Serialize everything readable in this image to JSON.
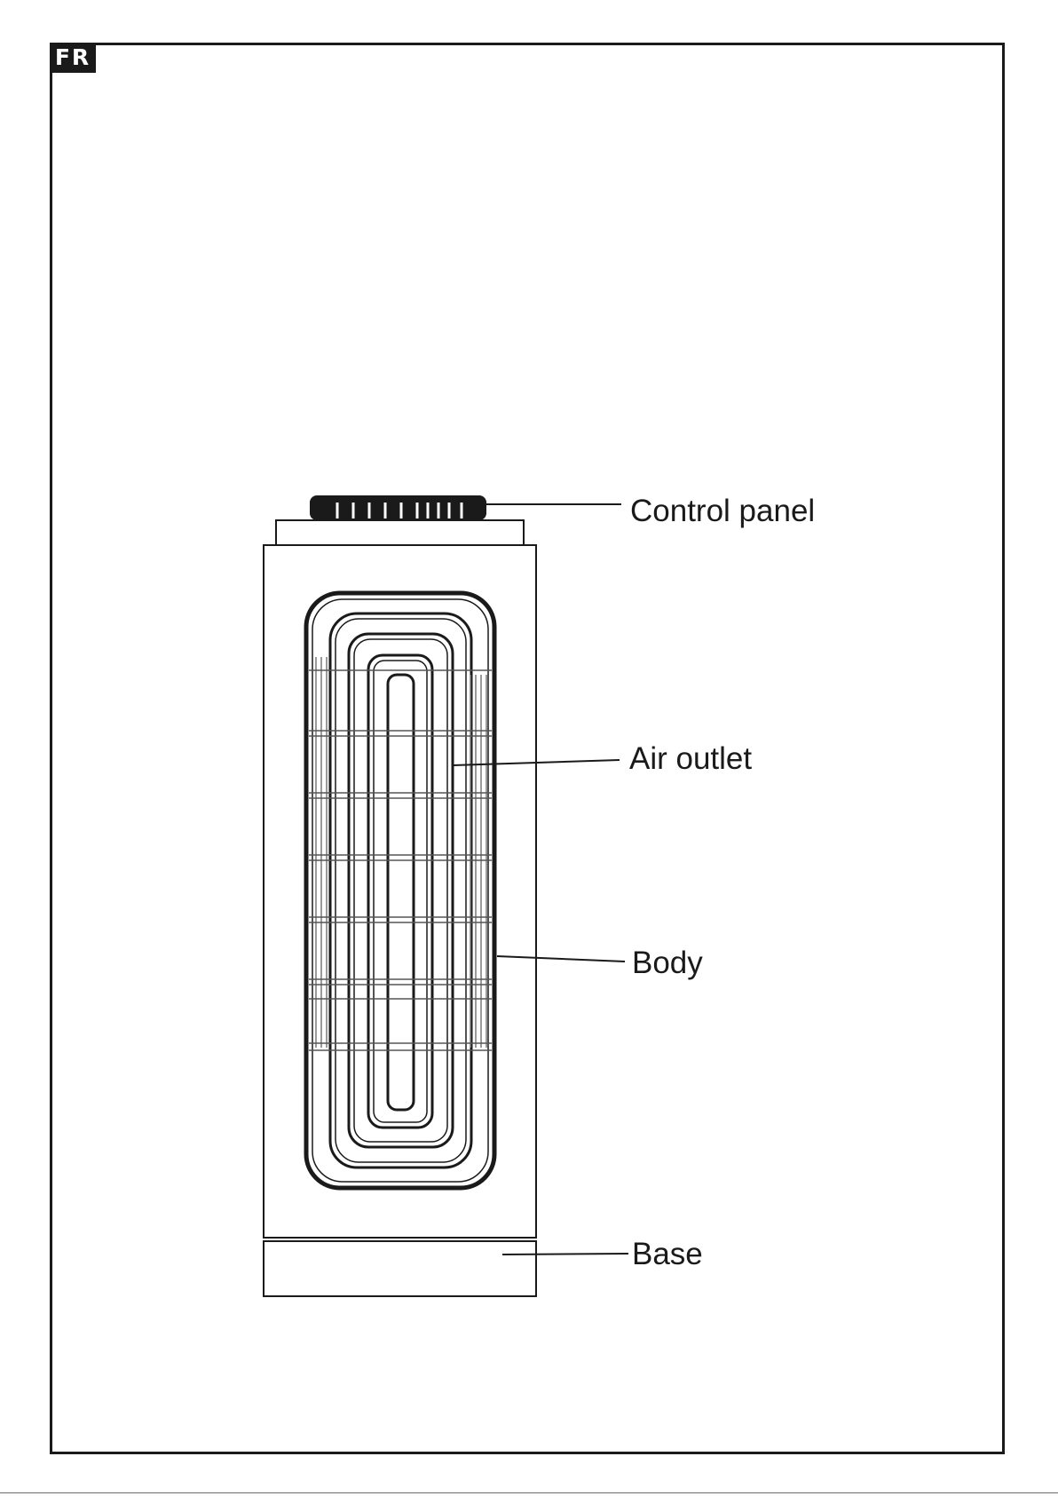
{
  "badge": {
    "lang": "FR"
  },
  "diagram": {
    "labels": {
      "control_panel": "Control panel",
      "air_outlet": "Air outlet",
      "body": "Body",
      "base": "Base"
    }
  },
  "colors": {
    "ink": "#1a1a1a",
    "paper": "#ffffff"
  }
}
